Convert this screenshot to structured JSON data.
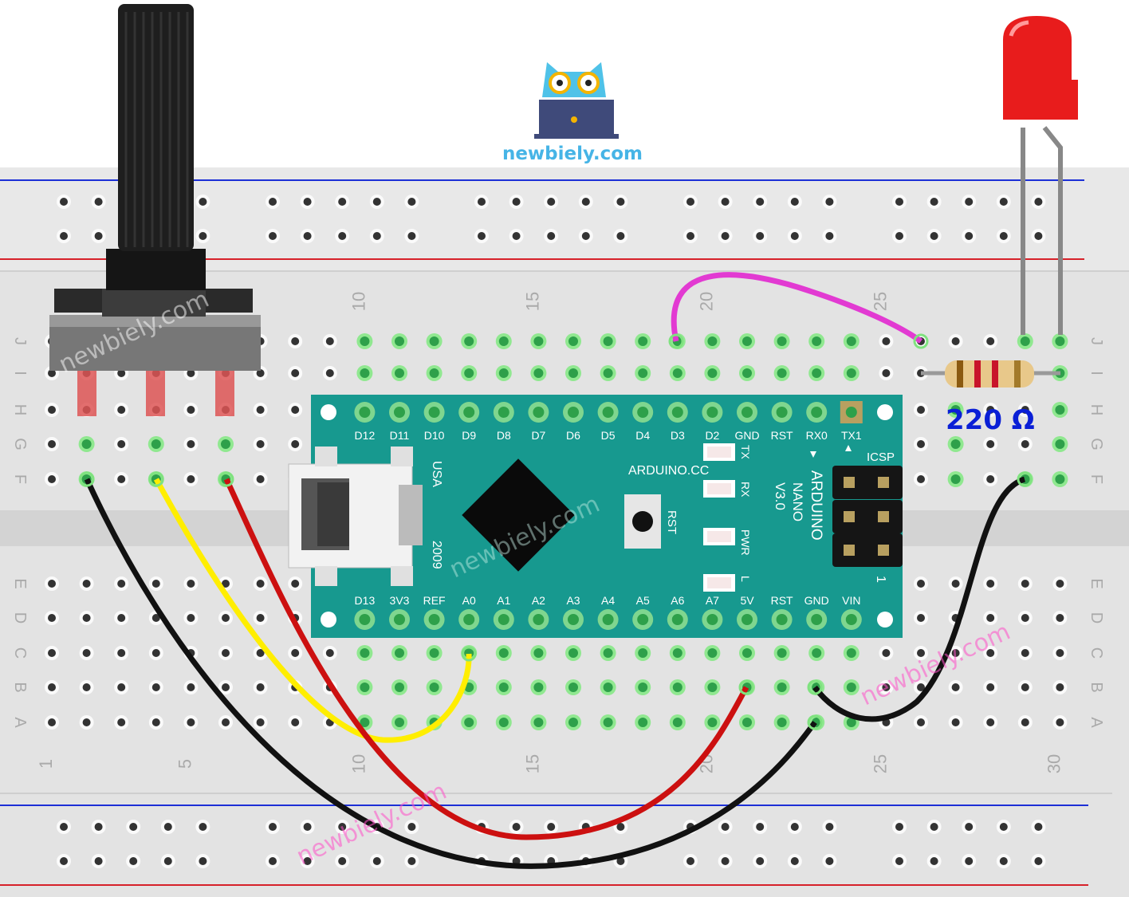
{
  "brand": {
    "site": "newbiely.com",
    "watermark": "newbiely.com"
  },
  "breadboard": {
    "row_letters_top": [
      "J",
      "I",
      "H",
      "G",
      "F"
    ],
    "row_letters_bottom": [
      "E",
      "D",
      "C",
      "B",
      "A"
    ],
    "column_numbers": [
      "1",
      "5",
      "10",
      "15",
      "20",
      "25",
      "30"
    ],
    "column_numbers_top": [
      "10",
      "15",
      "20",
      "25"
    ]
  },
  "arduino": {
    "top_pins": [
      "D12",
      "D11",
      "D10",
      "D9",
      "D8",
      "D7",
      "D6",
      "D5",
      "D4",
      "D3",
      "D2",
      "GND",
      "RST",
      "RX0",
      "TX1"
    ],
    "bottom_pins": [
      "D13",
      "3V3",
      "REF",
      "A0",
      "A1",
      "A2",
      "A3",
      "A4",
      "A5",
      "A6",
      "A7",
      "5V",
      "RST",
      "GND",
      "VIN"
    ],
    "brand": "ARDUINO.CC",
    "model": [
      "ARDUINO",
      "NANO",
      "V3.0"
    ],
    "leds": [
      "TX",
      "RX",
      "PWR",
      "L"
    ],
    "icsp": "ICSP",
    "icsp_pin1": "1",
    "button": "RST",
    "usb_text": [
      "USA",
      "2009"
    ]
  },
  "resistor": {
    "label": "220 Ω"
  },
  "colors": {
    "board": "#17998f",
    "breadboard": "#e4e4e4",
    "rail_red": "#d6222a",
    "rail_blue": "#1c2fd6",
    "wire_black": "#111111",
    "wire_red": "#cc1010",
    "wire_yellow": "#ffee00",
    "wire_magenta": "#e23ad2",
    "led": "#e81c1c"
  }
}
